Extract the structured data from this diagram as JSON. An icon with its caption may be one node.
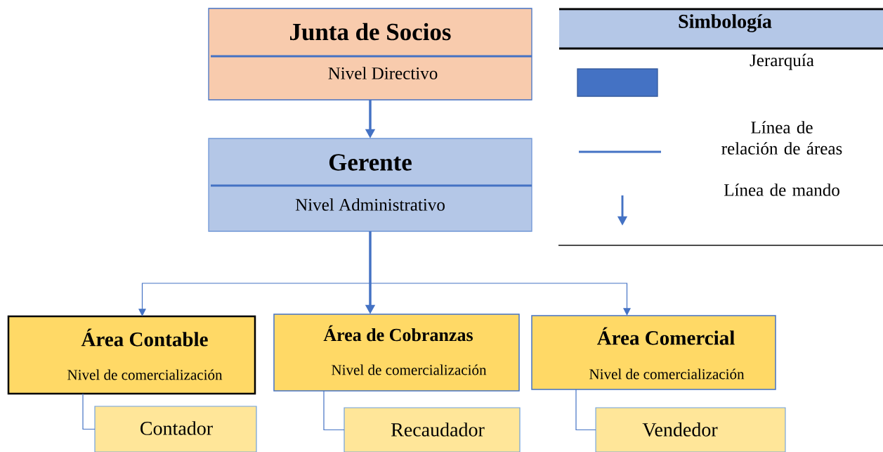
{
  "diagram": {
    "nodes": [
      {
        "text": [
          "Junta de Socios",
          "Nivel Directivo"
        ]
      },
      {
        "text": [
          "Gerente",
          "Nivel Administrativo"
        ]
      },
      {
        "text": [
          "Área Contable",
          "Nivel de comercialización"
        ]
      },
      {
        "text": [
          "Área de Cobranzas",
          "Nivel de comercialización"
        ]
      },
      {
        "text": [
          "Área Comercial",
          "Nivel de comercialización"
        ]
      },
      {
        "text": [
          "Contador"
        ]
      },
      {
        "text": [
          "Recaudador"
        ]
      },
      {
        "text": [
          "Vendedor"
        ]
      }
    ],
    "edges": [
      {
        "from": 0,
        "to": 1,
        "arrow": "to",
        "style": "thick"
      },
      {
        "from": 1,
        "to": 2,
        "arrow": "to"
      },
      {
        "from": 1,
        "to": 3,
        "arrow": "to",
        "style": "thick"
      },
      {
        "from": 1,
        "to": 4,
        "arrow": "to"
      },
      {
        "from": 2,
        "to": 5,
        "arrow": "none"
      },
      {
        "from": 3,
        "to": 6,
        "arrow": "none"
      },
      {
        "from": 4,
        "to": 7,
        "arrow": "none"
      }
    ],
    "labels": [
      "Simbología"
    ],
    "legend": [
      {
        "text": "Jerarquía",
        "color": "#4472c4"
      },
      {
        "text": "Línea de relación de áreas"
      },
      {
        "text": "Línea de mando"
      }
    ]
  }
}
